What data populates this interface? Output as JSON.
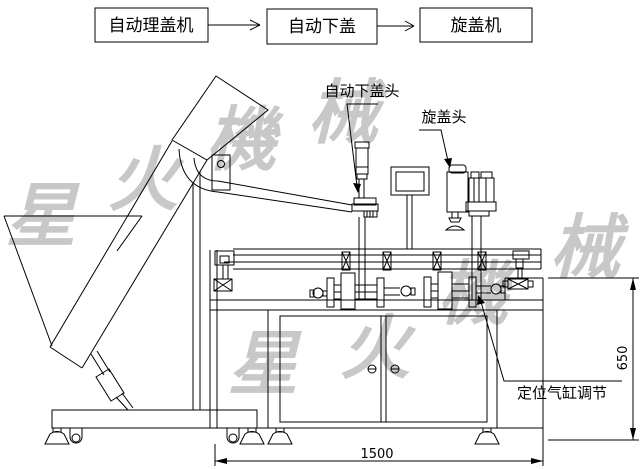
{
  "flowchart": {
    "boxes": [
      {
        "label": "自动理盖机"
      },
      {
        "label": "自动下盖"
      },
      {
        "label": "旋盖机"
      }
    ]
  },
  "labels": {
    "cap_dropper_head": "自动下盖头",
    "capping_head": "旋盖头",
    "positioning_cylinder": "定位气缸调节"
  },
  "dimensions": {
    "width": "1500",
    "height": "650"
  },
  "watermark": {
    "chars": [
      "星",
      "火",
      "機",
      "械"
    ],
    "color": "#c8c8c8"
  },
  "line_color": "#000000",
  "background_color": "#ffffff"
}
